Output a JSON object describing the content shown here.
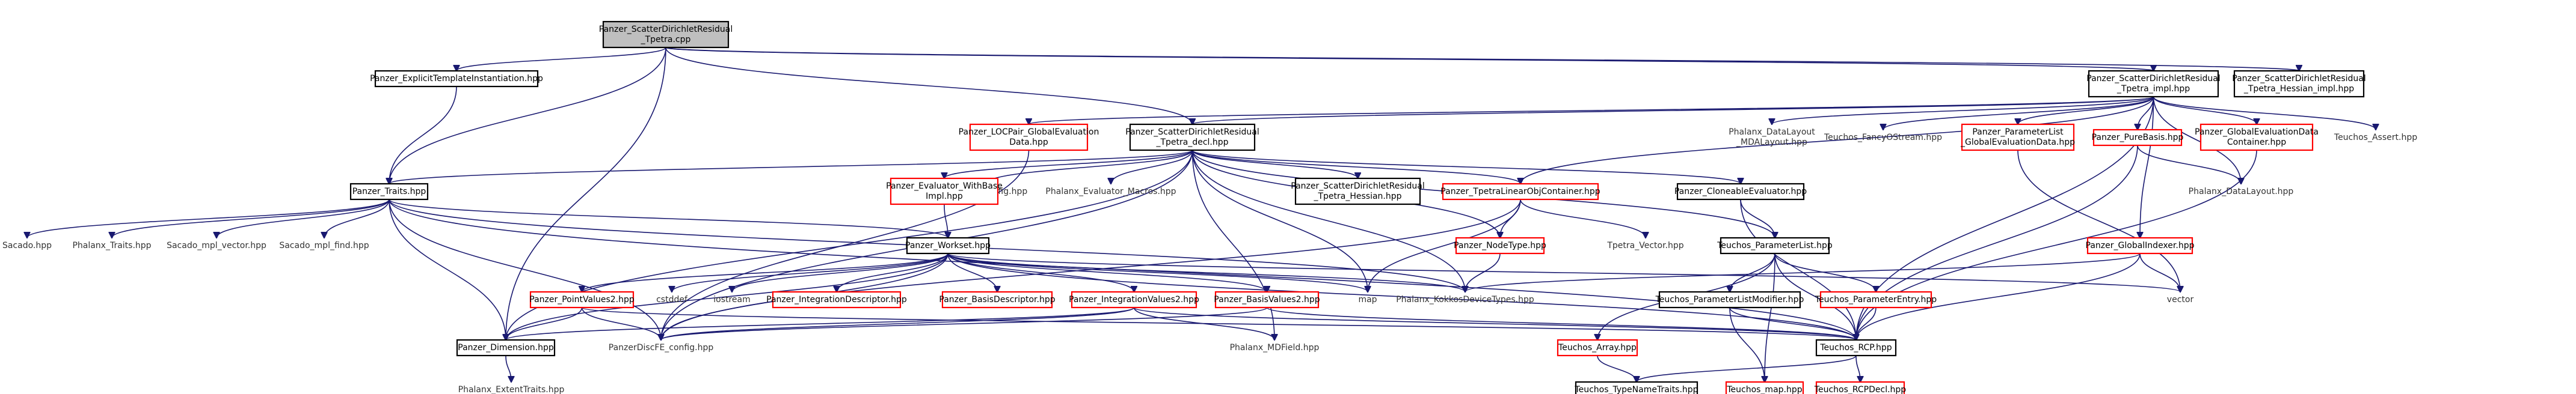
{
  "diagram": {
    "title": "",
    "colors": {
      "edge": "#191970",
      "local_border": "#ff0000",
      "std_border": "#000000",
      "root_fill": "#bfbfbf",
      "text": "#000000",
      "system_text": "#333333"
    },
    "nodes": [
      {
        "id": "root",
        "lines": [
          "Panzer_ScatterDirichletResidual",
          "_Tpetra.cpp"
        ],
        "kind": "root"
      },
      {
        "id": "explicit",
        "lines": [
          "Panzer_ExplicitTemplateInstantiation.hpp"
        ],
        "kind": "std"
      },
      {
        "id": "impl",
        "lines": [
          "Panzer_ScatterDirichletResidual",
          "_Tpetra_impl.hpp"
        ],
        "kind": "std"
      },
      {
        "id": "hessimpl",
        "lines": [
          "Panzer_ScatterDirichletResidual",
          "_Tpetra_Hessian_impl.hpp"
        ],
        "kind": "std"
      },
      {
        "id": "locpair",
        "lines": [
          "Panzer_LOCPair_GlobalEvaluation",
          "Data.hpp"
        ],
        "kind": "local"
      },
      {
        "id": "decl",
        "lines": [
          "Panzer_ScatterDirichletResidual",
          "_Tpetra_decl.hpp"
        ],
        "kind": "std"
      },
      {
        "id": "dlayout_md",
        "lines": [
          "Phalanx_DataLayout",
          "_MDALayout.hpp"
        ],
        "kind": "sys"
      },
      {
        "id": "fancy",
        "lines": [
          "Teuchos_FancyOStream.hpp"
        ],
        "kind": "sys"
      },
      {
        "id": "paramlistged",
        "lines": [
          "Panzer_ParameterList",
          "_GlobalEvaluationData.hpp"
        ],
        "kind": "local"
      },
      {
        "id": "purebasis",
        "lines": [
          "Panzer_PureBasis.hpp"
        ],
        "kind": "local"
      },
      {
        "id": "gedc",
        "lines": [
          "Panzer_GlobalEvaluationData",
          "Container.hpp"
        ],
        "kind": "local"
      },
      {
        "id": "assert",
        "lines": [
          "Teuchos_Assert.hpp"
        ],
        "kind": "sys"
      },
      {
        "id": "traits",
        "lines": [
          "Panzer_Traits.hpp"
        ],
        "kind": "std"
      },
      {
        "id": "config",
        "lines": [
          "Phalanx_config.hpp"
        ],
        "kind": "sys"
      },
      {
        "id": "macros",
        "lines": [
          "Phalanx_Evaluator_Macros.hpp"
        ],
        "kind": "sys"
      },
      {
        "id": "evalwb",
        "lines": [
          "Panzer_Evaluator_WithBase",
          "Impl.hpp"
        ],
        "kind": "local"
      },
      {
        "id": "hessdecl",
        "lines": [
          "Panzer_ScatterDirichletResidual",
          "_Tpetra_Hessian.hpp"
        ],
        "kind": "std"
      },
      {
        "id": "tlocont",
        "lines": [
          "Panzer_TpetraLinearObjContainer.hpp"
        ],
        "kind": "local"
      },
      {
        "id": "cloneable",
        "lines": [
          "Panzer_CloneableEvaluator.hpp"
        ],
        "kind": "std"
      },
      {
        "id": "dlayout",
        "lines": [
          "Phalanx_DataLayout.hpp"
        ],
        "kind": "sys"
      },
      {
        "id": "sacado",
        "lines": [
          "Sacado.hpp"
        ],
        "kind": "sys"
      },
      {
        "id": "phtraits",
        "lines": [
          "Phalanx_Traits.hpp"
        ],
        "kind": "sys"
      },
      {
        "id": "sacmplvec",
        "lines": [
          "Sacado_mpl_vector.hpp"
        ],
        "kind": "sys"
      },
      {
        "id": "sacmplfind",
        "lines": [
          "Sacado_mpl_find.hpp"
        ],
        "kind": "sys"
      },
      {
        "id": "nodetype",
        "lines": [
          "Panzer_NodeType.hpp"
        ],
        "kind": "local"
      },
      {
        "id": "tpvec",
        "lines": [
          "Tpetra_Vector.hpp"
        ],
        "kind": "sys"
      },
      {
        "id": "paramlist",
        "lines": [
          "Teuchos_ParameterList.hpp"
        ],
        "kind": "std"
      },
      {
        "id": "globalidx",
        "lines": [
          "Panzer_GlobalIndexer.hpp"
        ],
        "kind": "local"
      },
      {
        "id": "workset",
        "lines": [
          "Panzer_Workset.hpp"
        ],
        "kind": "std"
      },
      {
        "id": "pv2",
        "lines": [
          "Panzer_PointValues2.hpp"
        ],
        "kind": "local"
      },
      {
        "id": "cstddef",
        "lines": [
          "cstddef"
        ],
        "kind": "sys"
      },
      {
        "id": "iostream",
        "lines": [
          "iostream"
        ],
        "kind": "sys"
      },
      {
        "id": "intdesc",
        "lines": [
          "Panzer_IntegrationDescriptor.hpp"
        ],
        "kind": "local"
      },
      {
        "id": "basisdesc",
        "lines": [
          "Panzer_BasisDescriptor.hpp"
        ],
        "kind": "local"
      },
      {
        "id": "iv2",
        "lines": [
          "Panzer_IntegrationValues2.hpp"
        ],
        "kind": "local"
      },
      {
        "id": "bv2",
        "lines": [
          "Panzer_BasisValues2.hpp"
        ],
        "kind": "local"
      },
      {
        "id": "map",
        "lines": [
          "map"
        ],
        "kind": "sys"
      },
      {
        "id": "kokkos",
        "lines": [
          "Phalanx_KokkosDeviceTypes.hpp"
        ],
        "kind": "sys"
      },
      {
        "id": "plmodifier",
        "lines": [
          "Teuchos_ParameterListModifier.hpp"
        ],
        "kind": "std"
      },
      {
        "id": "plentry",
        "lines": [
          "Teuchos_ParameterEntry.hpp"
        ],
        "kind": "local"
      },
      {
        "id": "vector",
        "lines": [
          "vector"
        ],
        "kind": "sys"
      },
      {
        "id": "dimension",
        "lines": [
          "Panzer_Dimension.hpp"
        ],
        "kind": "std"
      },
      {
        "id": "discfe",
        "lines": [
          "PanzerDiscFE_config.hpp"
        ],
        "kind": "sys"
      },
      {
        "id": "mdfield",
        "lines": [
          "Phalanx_MDField.hpp"
        ],
        "kind": "sys"
      },
      {
        "id": "rcp",
        "lines": [
          "Teuchos_RCP.hpp"
        ],
        "kind": "std"
      },
      {
        "id": "tarray",
        "lines": [
          "Teuchos_Array.hpp"
        ],
        "kind": "local"
      },
      {
        "id": "exttraits",
        "lines": [
          "Phalanx_ExtentTraits.hpp"
        ],
        "kind": "sys"
      },
      {
        "id": "typename",
        "lines": [
          "Teuchos_TypeNameTraits.hpp"
        ],
        "kind": "std"
      },
      {
        "id": "tmap",
        "lines": [
          "Teuchos_map.hpp"
        ],
        "kind": "local"
      },
      {
        "id": "rcpdecl",
        "lines": [
          "Teuchos_RCPDecl.hpp"
        ],
        "kind": "local"
      }
    ],
    "edges": [
      [
        "root",
        "explicit"
      ],
      [
        "root",
        "impl"
      ],
      [
        "root",
        "hessimpl"
      ],
      [
        "root",
        "traits"
      ],
      [
        "root",
        "decl"
      ],
      [
        "root",
        "dimension"
      ],
      [
        "explicit",
        "traits"
      ],
      [
        "impl",
        "locpair"
      ],
      [
        "impl",
        "decl"
      ],
      [
        "impl",
        "dlayout_md"
      ],
      [
        "impl",
        "fancy"
      ],
      [
        "impl",
        "paramlistged"
      ],
      [
        "impl",
        "purebasis"
      ],
      [
        "impl",
        "gedc"
      ],
      [
        "impl",
        "assert"
      ],
      [
        "impl",
        "tlocont"
      ],
      [
        "impl",
        "globalidx"
      ],
      [
        "impl",
        "dlayout"
      ],
      [
        "impl",
        "rcp"
      ],
      [
        "locpair",
        "discfe"
      ],
      [
        "decl",
        "traits"
      ],
      [
        "decl",
        "config"
      ],
      [
        "decl",
        "macros"
      ],
      [
        "decl",
        "evalwb"
      ],
      [
        "decl",
        "hessdecl"
      ],
      [
        "decl",
        "tlocont"
      ],
      [
        "decl",
        "cloneable"
      ],
      [
        "decl",
        "nodetype"
      ],
      [
        "decl",
        "paramlist"
      ],
      [
        "decl",
        "dimension"
      ],
      [
        "decl",
        "discfe"
      ],
      [
        "decl",
        "kokkos"
      ],
      [
        "decl",
        "mdfield"
      ],
      [
        "decl",
        "map"
      ],
      [
        "paramlistged",
        "vector"
      ],
      [
        "purebasis",
        "dlayout"
      ],
      [
        "purebasis",
        "rcp"
      ],
      [
        "gedc",
        "rcp"
      ],
      [
        "traits",
        "sacado"
      ],
      [
        "traits",
        "phtraits"
      ],
      [
        "traits",
        "sacmplvec"
      ],
      [
        "traits",
        "sacmplfind"
      ],
      [
        "traits",
        "workset"
      ],
      [
        "traits",
        "dimension"
      ],
      [
        "traits",
        "discfe"
      ],
      [
        "traits",
        "kokkos"
      ],
      [
        "traits",
        "rcp"
      ],
      [
        "evalwb",
        "workset"
      ],
      [
        "tlocont",
        "nodetype"
      ],
      [
        "tlocont",
        "tpvec"
      ],
      [
        "tlocont",
        "discfe"
      ],
      [
        "tlocont",
        "map"
      ],
      [
        "cloneable",
        "paramlist"
      ],
      [
        "cloneable",
        "rcp"
      ],
      [
        "nodetype",
        "kokkos"
      ],
      [
        "paramlist",
        "tarray"
      ],
      [
        "paramlist",
        "plmodifier"
      ],
      [
        "paramlist",
        "plentry"
      ],
      [
        "paramlist",
        "rcp"
      ],
      [
        "paramlist",
        "tmap"
      ],
      [
        "globalidx",
        "vector"
      ],
      [
        "globalidx",
        "kokkos"
      ],
      [
        "globalidx",
        "rcp"
      ],
      [
        "workset",
        "pv2"
      ],
      [
        "workset",
        "cstddef"
      ],
      [
        "workset",
        "iostream"
      ],
      [
        "workset",
        "intdesc"
      ],
      [
        "workset",
        "basisdesc"
      ],
      [
        "workset",
        "iv2"
      ],
      [
        "workset",
        "bv2"
      ],
      [
        "workset",
        "map"
      ],
      [
        "workset",
        "dimension"
      ],
      [
        "workset",
        "discfe"
      ],
      [
        "workset",
        "kokkos"
      ],
      [
        "workset",
        "rcp"
      ],
      [
        "workset",
        "vector"
      ],
      [
        "pv2",
        "dimension"
      ],
      [
        "pv2",
        "discfe"
      ],
      [
        "pv2",
        "rcp"
      ],
      [
        "iv2",
        "dimension"
      ],
      [
        "iv2",
        "discfe"
      ],
      [
        "iv2",
        "rcp"
      ],
      [
        "iv2",
        "mdfield"
      ],
      [
        "bv2",
        "discfe"
      ],
      [
        "bv2",
        "rcp"
      ],
      [
        "plmodifier",
        "rcp"
      ],
      [
        "plmodifier",
        "tmap"
      ],
      [
        "plentry",
        "rcp"
      ],
      [
        "dimension",
        "exttraits"
      ],
      [
        "rcp",
        "typename"
      ],
      [
        "rcp",
        "rcpdecl"
      ],
      [
        "tarray",
        "typename"
      ]
    ]
  }
}
